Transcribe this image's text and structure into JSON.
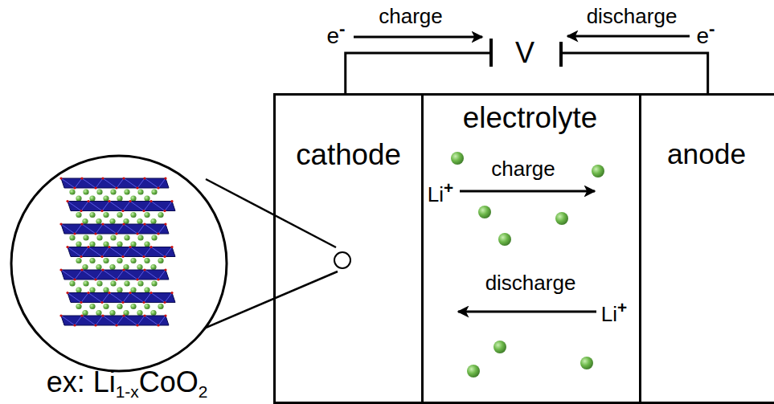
{
  "diagram": {
    "nodes": [
      {
        "text": [
          "cathode"
        ]
      },
      {
        "text": [
          "electrolyte"
        ]
      },
      {
        "text": [
          "anode"
        ]
      }
    ],
    "edges": [
      {
        "from": 0,
        "to": 2,
        "arrow": "none"
      }
    ],
    "labels": [
      "e",
      "-",
      "charge",
      "V",
      "discharge",
      "e",
      "-",
      "charge",
      "Li",
      "+",
      "discharge",
      "Li",
      "+",
      "ex: Li",
      "1-x",
      "CoO",
      "2"
    ]
  }
}
